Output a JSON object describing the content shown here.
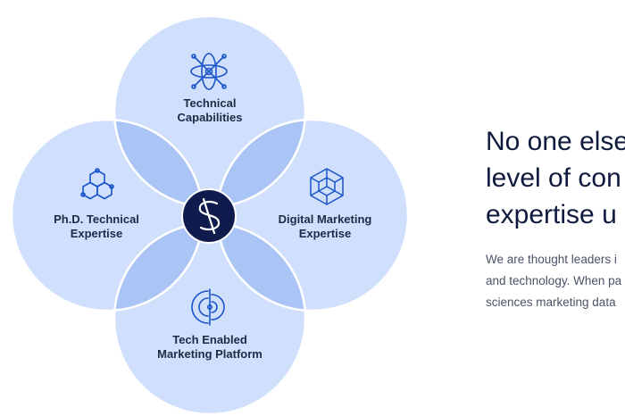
{
  "colors": {
    "circle_fill": "#cfdffc",
    "overlap_fill": "#a9c4f5",
    "circle_stroke": "#ffffff",
    "center_fill": "#0f1b4d",
    "icon_color": "#1b55c9",
    "headline": "#0f1b3d",
    "body": "#4a5266"
  },
  "pillars": [
    {
      "id": "technical-capabilities",
      "icon": "atom-icon",
      "label_line1": "Technical",
      "label_line2": "Capabilities"
    },
    {
      "id": "phd-technical-expertise",
      "icon": "hexagon-molecule-icon",
      "label_line1": "Ph.D. Technical",
      "label_line2": "Expertise"
    },
    {
      "id": "digital-marketing-expertise",
      "icon": "cube-network-icon",
      "label_line1": "Digital Marketing",
      "label_line2": "Expertise"
    },
    {
      "id": "tech-enabled-marketing-platform",
      "icon": "target-signal-icon",
      "label_line1": "Tech Enabled",
      "label_line2": "Marketing Platform"
    }
  ],
  "center_logo": {
    "icon": "brand-logo-icon"
  },
  "headline": {
    "line1": "No one else",
    "line2": "level of con",
    "line3": "expertise u"
  },
  "body": {
    "line1": "We are thought leaders i",
    "line2": "and technology. When pa",
    "line3": "sciences marketing data"
  }
}
